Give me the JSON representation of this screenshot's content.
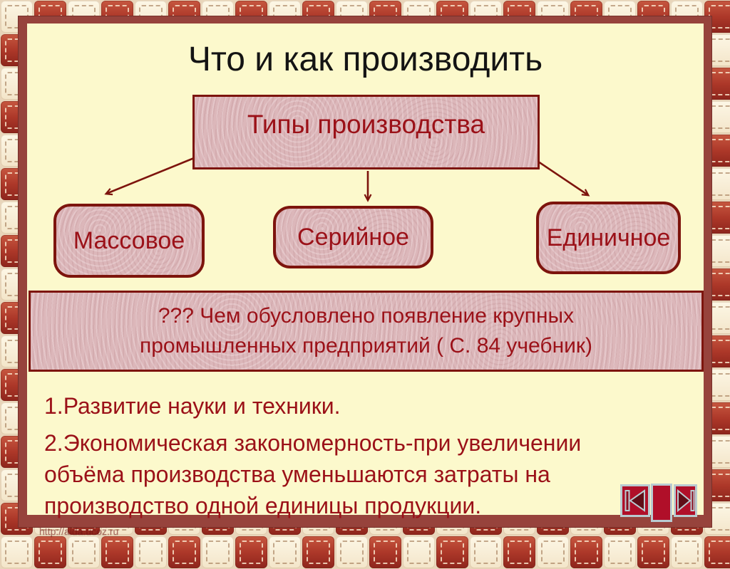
{
  "slide": {
    "title": "Что и как производить",
    "diagram": {
      "root_label": "Типы производства",
      "children": [
        "Массовое",
        "Серийное",
        "Единичное"
      ]
    },
    "question_box": {
      "line1": "??? Чем обусловлено появление крупных",
      "line2": "промышленных предприятий ( С. 84 учебник)"
    },
    "body": {
      "lines": [
        "1.Развитие науки и техники.",
        "2.Экономическая закономерность-при увеличении",
        "объёма производства уменьшаются затраты на",
        "производство одной единицы продукции."
      ]
    },
    "watermark": "http://aida.ucoz.ru"
  },
  "nav": {
    "prev_icon": "skip-to-start",
    "next_icon": "skip-to-end"
  },
  "colors": {
    "slide_bg": "#fcf9cc",
    "frame": "#97433c",
    "box_fill": "#dcb7ba",
    "box_border": "#7d140d",
    "red_text": "#9b1118",
    "title_text": "#141414",
    "quilt_red": "#ad3829",
    "quilt_cream": "#f8efdc",
    "nav_red": "#b00f29",
    "nav_steel": "#b9cbd1"
  }
}
